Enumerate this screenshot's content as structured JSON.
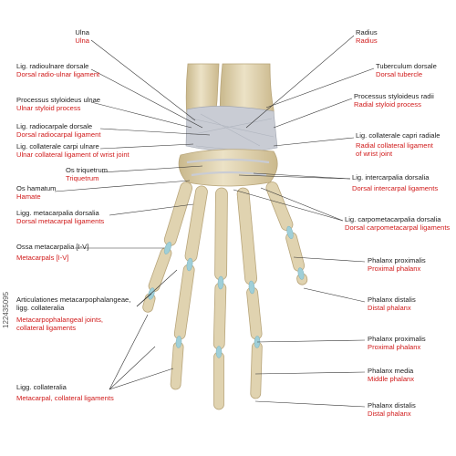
{
  "labels": {
    "ulna": {
      "la": "Ulna",
      "en": "Ulna"
    },
    "radius": {
      "la": "Radius",
      "en": "Radius"
    },
    "lig_radioulnare": {
      "la": "Lig. radioulnare dorsale",
      "en": "Dorsal radio-ulnar ligament"
    },
    "tuberculum": {
      "la": "Tuberculum dorsale",
      "en": "Dorsal tubercle"
    },
    "proc_ulnae": {
      "la": "Processus styloideus ulnae",
      "en": "Ulnar styloid process"
    },
    "proc_radii": {
      "la": "Processus styloideus radii",
      "en": "Radial styloid process"
    },
    "lig_radiocarpale": {
      "la": "Lig. radiocarpale dorsale",
      "en": "Dorsal radiocarpal ligament"
    },
    "lig_coll_ulnare": {
      "la": "Lig. collaterale carpi ulnare",
      "en": "Ulnar collateral ligament of wrist joint"
    },
    "lig_coll_radiale": {
      "la": "Lig. collaterale capri radiale",
      "en1": "Radial collateral ligament",
      "en2": "of wrist joint"
    },
    "os_triquetrum": {
      "la": "Os triquetrum",
      "en": "Triquetrum"
    },
    "os_hamatum": {
      "la": "Os hamatum",
      "en": "Hamate"
    },
    "lig_intercarpalia": {
      "la": "Lig. intercarpalia dorsalia",
      "en": "Dorsal intercarpal ligaments"
    },
    "ligg_metacarpalia": {
      "la": "Ligg. metacarpalia dorsalia",
      "en": "Dorsal metacarpal ligaments"
    },
    "lig_carpometacarpalia": {
      "la": "Lig. carpometacarpalia dorsalia",
      "en": "Dorsal carpometacarpal ligaments"
    },
    "ossa_metacarpalia": {
      "la": "Ossa metacarpalia [I-V]",
      "en": "Metacarpals [I-V]"
    },
    "phalanx_prox_1": {
      "la": "Phalanx proximalis",
      "en": "Proximal phalanx"
    },
    "artic_mcp": {
      "la1": "Articulationes metacarpophalangeae,",
      "la2": "ligg. collateralia",
      "en1": "Metacarpophalangeal joints,",
      "en2": "collateral ligaments"
    },
    "phalanx_dist_1": {
      "la": "Phalanx distalis",
      "en": "Distal phalanx"
    },
    "phalanx_prox_2": {
      "la": "Phalanx proximalis",
      "en": "Proximal phalanx"
    },
    "phalanx_media": {
      "la": "Phalanx media",
      "en": "Middle phalanx"
    },
    "ligg_collateralia": {
      "la": "Ligg. collateralia",
      "en": "Metacarpal, collateral ligaments"
    },
    "phalanx_dist_2": {
      "la": "Phalanx distalis",
      "en": "Distal phalanx"
    }
  },
  "watermark": "122435095",
  "colors": {
    "bone": "#e0d3b0",
    "bone_edge": "#b8a57a",
    "cartilage": "#9fcfd8",
    "ligament": "#c9ccd4",
    "latin": "#222222",
    "english": "#d01a1a",
    "leader": "#333333"
  }
}
